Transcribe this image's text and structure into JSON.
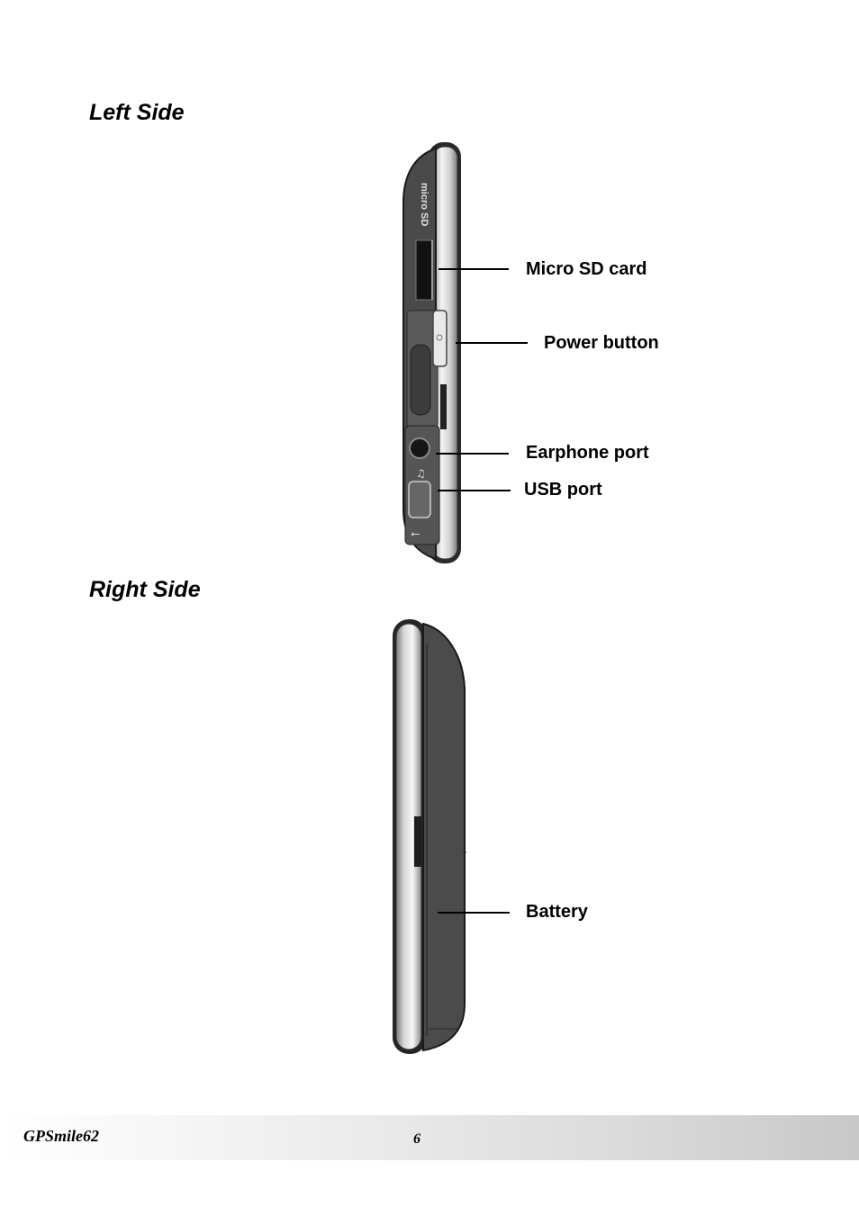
{
  "sections": {
    "left": {
      "title": "Left Side",
      "callouts": {
        "micro_sd": "Micro SD card",
        "power": "Power button",
        "earphone": "Earphone port",
        "usb": "USB port"
      },
      "slot_label": "micro SD"
    },
    "right": {
      "title": "Right Side",
      "callouts": {
        "battery": "Battery"
      }
    }
  },
  "footer": {
    "model": "GPSmile62",
    "page_number": "6"
  }
}
